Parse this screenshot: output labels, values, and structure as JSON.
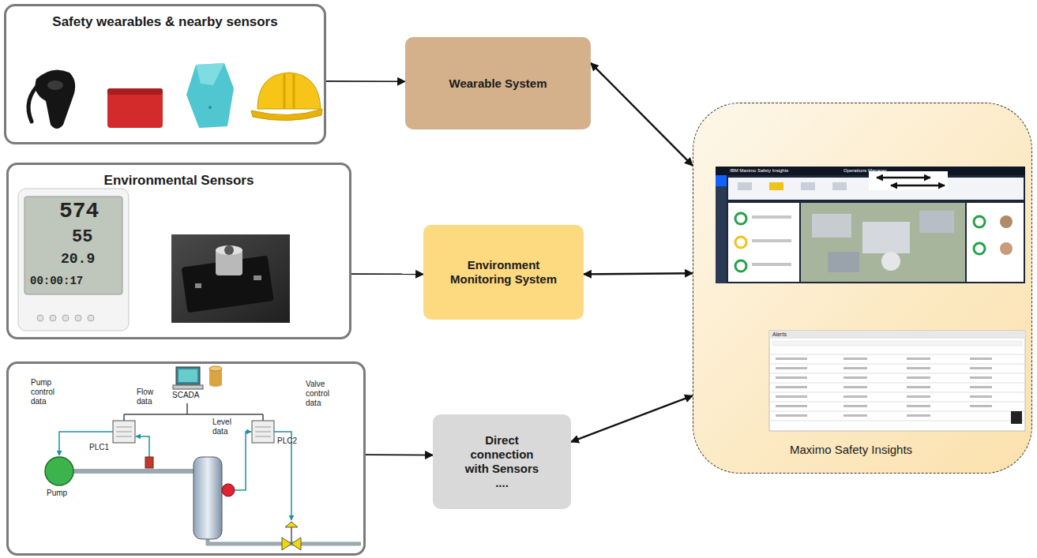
{
  "diagram": {
    "nodes": [
      {
        "text": [
          "Safety wearables & nearby sensors"
        ]
      },
      {
        "text": [
          "Wearable System"
        ]
      },
      {
        "text": [
          "Environmental Sensors"
        ]
      },
      {
        "text": [
          "Environment Monitoring System"
        ]
      },
      {
        "text": [
          "SCADA",
          "Pump control data",
          "Flow data",
          "PLC1",
          "Level data",
          "PLC2",
          "Valve control data",
          "Pump"
        ]
      },
      {
        "text": [
          "Direct connection with Sensors ...."
        ]
      },
      {
        "text": [
          "Maximo Safety Insights"
        ]
      }
    ],
    "edges": [
      {
        "from": 0,
        "to": 1,
        "arrow": "to"
      },
      {
        "from": 1,
        "to": 6,
        "arrow": "both"
      },
      {
        "from": 2,
        "to": 3,
        "arrow": "to"
      },
      {
        "from": 3,
        "to": 6,
        "arrow": "both"
      },
      {
        "from": 4,
        "to": 5,
        "arrow": "to"
      },
      {
        "from": 5,
        "to": 6,
        "arrow": "both"
      }
    ],
    "labels": [
      "574",
      "55",
      "20.9",
      "00:00:17",
      "IBM Maximo Safety Insights",
      "Operations Manager",
      "Alerts"
    ]
  }
}
